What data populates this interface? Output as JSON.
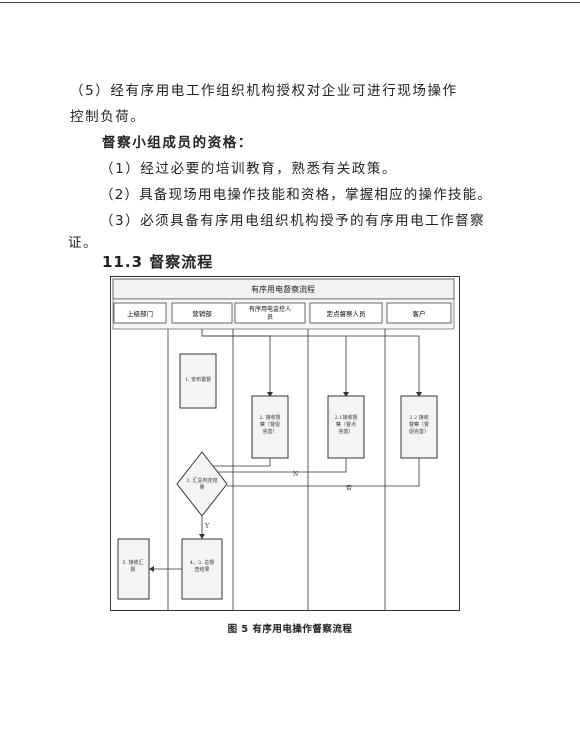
{
  "paragraphs": {
    "p5_line1": "（5）经有序用电工作组织机构授权对企业可进行现场操作",
    "p5_line2": "控制负荷。",
    "qual_heading": "督察小组成员的资格：",
    "q1": "（1）经过必要的培训教育，熟悉有关政策。",
    "q2": "（2）具备现场用电操作技能和资格，掌握相应的操作技能。",
    "q3_line1": "（3）必须具备有序用电组织机构授予的有序用电工作督察",
    "q3_line2": "证。"
  },
  "section_title": "11.3 督察流程",
  "flowchart": {
    "title": "有序用电督察流程",
    "lanes": [
      "上级部门",
      "营销部",
      "有序用电监控人员",
      "定点督察人员",
      "客户"
    ],
    "boxes": {
      "b1": "1. 安布置督",
      "b21": "2. 接收督察（督促完善）",
      "b22": "2.1接收督察（督点完善）",
      "b23": "2.2 接收督察（督促完善）",
      "d3": "3. 汇总判定结果",
      "b4": "4、3. 总督查结果",
      "b5": "5. 接收汇报"
    },
    "edge_labels": {
      "n": "N",
      "y": "Y",
      "f": "否"
    }
  },
  "caption": "图 5 有序用电操作督察流程"
}
